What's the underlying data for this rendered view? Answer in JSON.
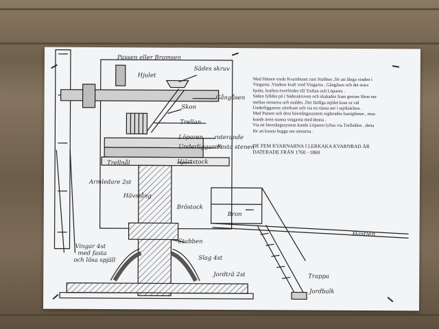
{
  "diagram": {
    "labels": {
      "passen": "Passen eller Bromsen",
      "hjulet": "Hjulet",
      "sadesskruv": "Sädes skruv",
      "gangasen": "Gångåsen",
      "skon": "Skon",
      "trellan": "Trellan",
      "loparen": "Löparen",
      "roterande": "roterande",
      "underliggaren": "Underliggaren",
      "fasta_stenen": "Fasta stenen",
      "trellnal": "Trellnål",
      "hjartstock": "Hjärtstock",
      "armledare": "Armledare 2st",
      "havstang": "Hävstång",
      "brostock": "Bröstock",
      "bron": "Bron",
      "hastlen": "Hästlen",
      "stubben": "Stubben",
      "vingar": "Vingar 4st",
      "med_fasta": "med fasta",
      "och_losa": "och lösa spjäll",
      "slag": "Slag 4st",
      "jordtra": "Jordträ 2st",
      "trappa": "Trappa",
      "jordbalk": "Jordbalk"
    },
    "info": {
      "lines": [
        "Med Hästen vreds Kvarnhuset runt Stubben ,för att fånga vinden i",
        "Vingarna .Vindens kraft vred Vingarna , Gångåsen och det stora",
        "hjulet, kraften överfördes till Trellan och Löparen .",
        "Säden fylldes på i Sädesskruven och skakades fram genom Skon ner",
        "mellan stenarna och maldes .Det färdiga mjölet kom ut vid",
        "Underliggarens ytterkant och via en ränna ner i mjölsäcken .",
        "Med Passen och dess hävstångssystem reglerades hastigheten , man",
        "kunde även stanna vingarna med denna .",
        "Via ett hävstångssystem kunde Löparen lyftas via Trellnålen , detta",
        "för att kunna hugga om stenarna ."
      ],
      "heading_1": "DE FEM KVARNARNA I LERKAKA KVARNRAD ÄR",
      "heading_2": "DATERADE FRÅN 1760 - 1860"
    }
  }
}
